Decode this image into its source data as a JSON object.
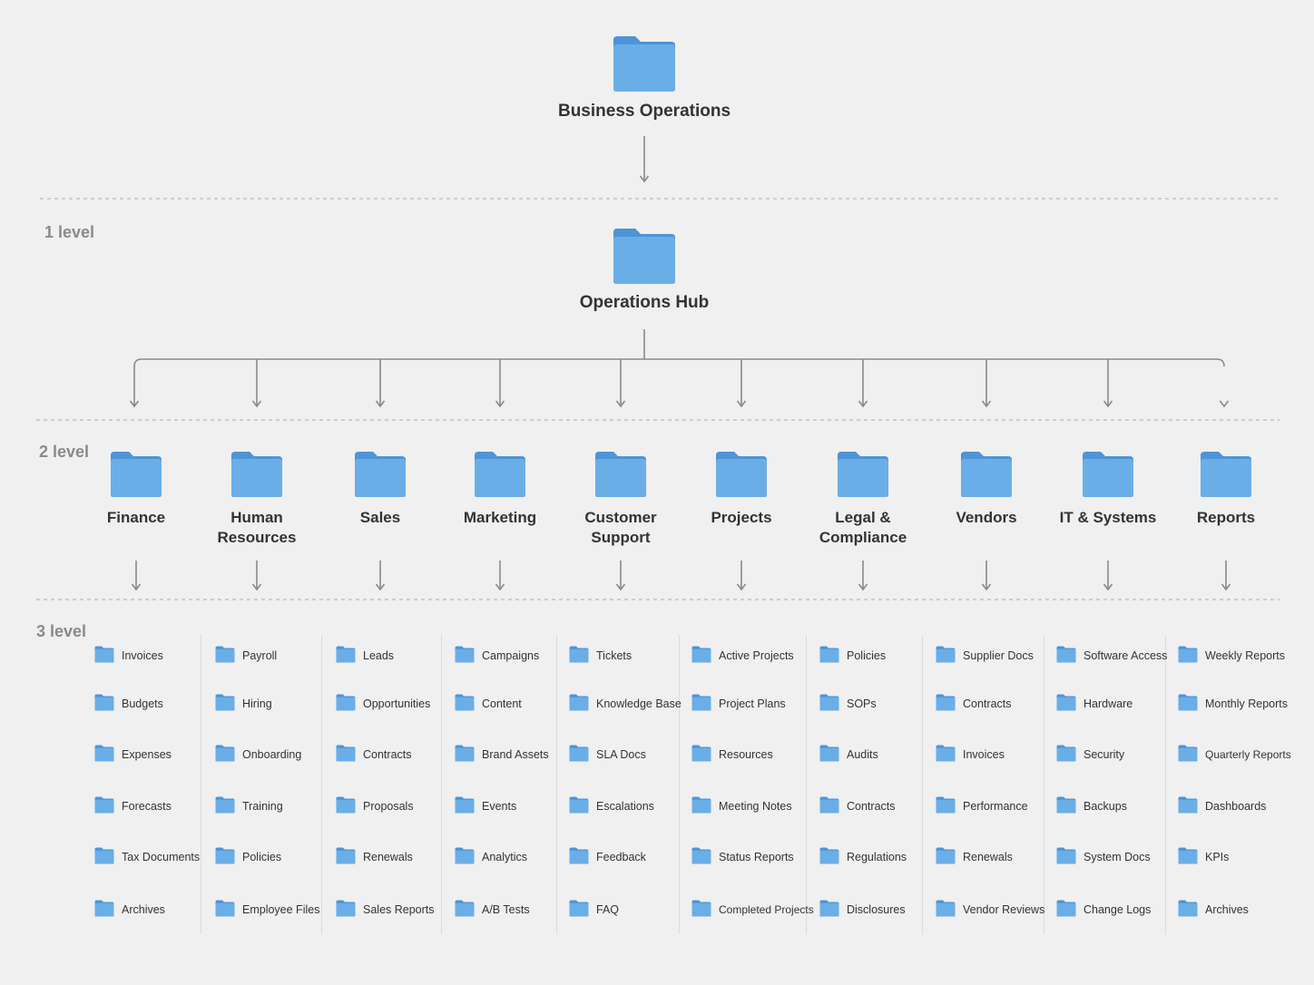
{
  "root": {
    "label": "Business Operations",
    "icon": "folder-icon"
  },
  "levels": [
    "1 level",
    "2 level",
    "3 level"
  ],
  "hub": {
    "label": "Operations Hub",
    "icon": "folder-icon"
  },
  "colors": {
    "folder": "#6aaee8",
    "folder_tab": "#4f94d6",
    "connector": "#8a8a8a",
    "level_text": "#8a8a8a",
    "background": "#f0f0f0"
  },
  "departments": [
    {
      "name": "Finance",
      "items": [
        "Invoices",
        "Budgets",
        "Expenses",
        "Forecasts",
        "Tax Documents",
        "Archives"
      ]
    },
    {
      "name": "Human Resources",
      "items": [
        "Payroll",
        "Hiring",
        "Onboarding",
        "Training",
        "Policies",
        "Employee Files"
      ]
    },
    {
      "name": "Sales",
      "items": [
        "Leads",
        "Opportunities",
        "Contracts",
        "Proposals",
        "Renewals",
        "Sales Reports"
      ]
    },
    {
      "name": "Marketing",
      "items": [
        "Campaigns",
        "Content",
        "Brand Assets",
        "Events",
        "Analytics",
        "A/B Tests"
      ]
    },
    {
      "name": "Customer Support",
      "items": [
        "Tickets",
        "Knowledge Base",
        "SLA Docs",
        "Escalations",
        "Feedback",
        "FAQ"
      ]
    },
    {
      "name": "Projects",
      "items": [
        "Active Projects",
        "Project Plans",
        "Resources",
        "Meeting Notes",
        "Status Reports",
        "Completed Projects"
      ]
    },
    {
      "name": "Legal & Compliance",
      "items": [
        "Policies",
        "SOPs",
        "Audits",
        "Contracts",
        "Regulations",
        "Disclosures"
      ]
    },
    {
      "name": "Vendors",
      "items": [
        "Supplier Docs",
        "Contracts",
        "Invoices",
        "Performance",
        "Renewals",
        "Vendor Reviews"
      ]
    },
    {
      "name": "IT & Systems",
      "items": [
        "Software Access",
        "Hardware",
        "Security",
        "Backups",
        "System Docs",
        "Change Logs"
      ]
    },
    {
      "name": "Reports",
      "items": [
        "Weekly Reports",
        "Monthly Reports",
        "Quarterly Reports",
        "Dashboards",
        "KPIs",
        "Archives"
      ]
    }
  ]
}
